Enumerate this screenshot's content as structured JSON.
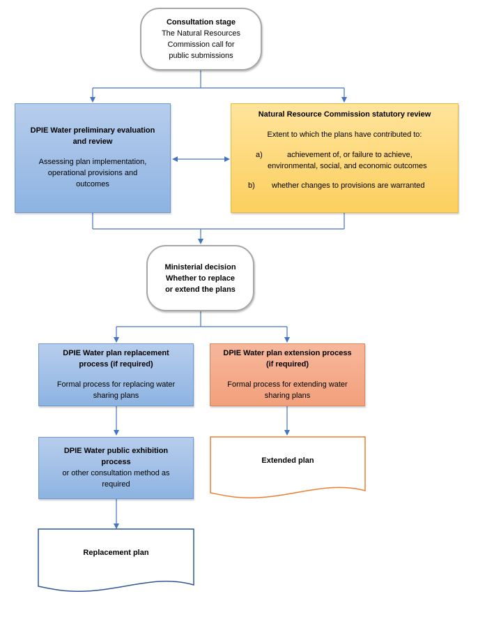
{
  "consultation": {
    "title": "Consultation stage",
    "body": [
      "The Natural Resources",
      "Commission call for",
      "public submissions"
    ]
  },
  "dpie_eval": {
    "title": [
      "DPIE Water preliminary evaluation",
      "and review"
    ],
    "body": [
      "Assessing plan implementation,",
      "operational provisions and",
      "outcomes"
    ]
  },
  "nrc_review": {
    "title": "Natural Resource Commission statutory review",
    "intro": "Extent to which the plans have contributed to:",
    "items": [
      {
        "marker": "a)",
        "lines": [
          "achievement of, or failure to achieve,",
          "environmental, social, and economic outcomes"
        ]
      },
      {
        "marker": "b)",
        "lines": [
          "whether changes to provisions are warranted"
        ]
      }
    ]
  },
  "ministerial": {
    "lines": [
      "Ministerial decision",
      "Whether to replace",
      "or extend the plans"
    ]
  },
  "replacement_process": {
    "title": [
      "DPIE Water plan replacement",
      "process (if required)"
    ],
    "body": [
      "Formal process for replacing water",
      "sharing plans"
    ]
  },
  "extension_process": {
    "title": [
      "DPIE Water plan extension process",
      "(if required)"
    ],
    "body": [
      "Formal process for extending water",
      "sharing plans"
    ]
  },
  "exhibition": {
    "title": [
      "DPIE Water public exhibition",
      "process"
    ],
    "body": [
      "or other consultation method as",
      "required"
    ]
  },
  "extended_plan": {
    "label": "Extended plan"
  },
  "replacement_plan": {
    "label": "Replacement plan"
  },
  "colors": {
    "connector": "#4472c4",
    "blue_doc_border": "#2f5597",
    "orange_doc_border": "#ed7d31"
  }
}
